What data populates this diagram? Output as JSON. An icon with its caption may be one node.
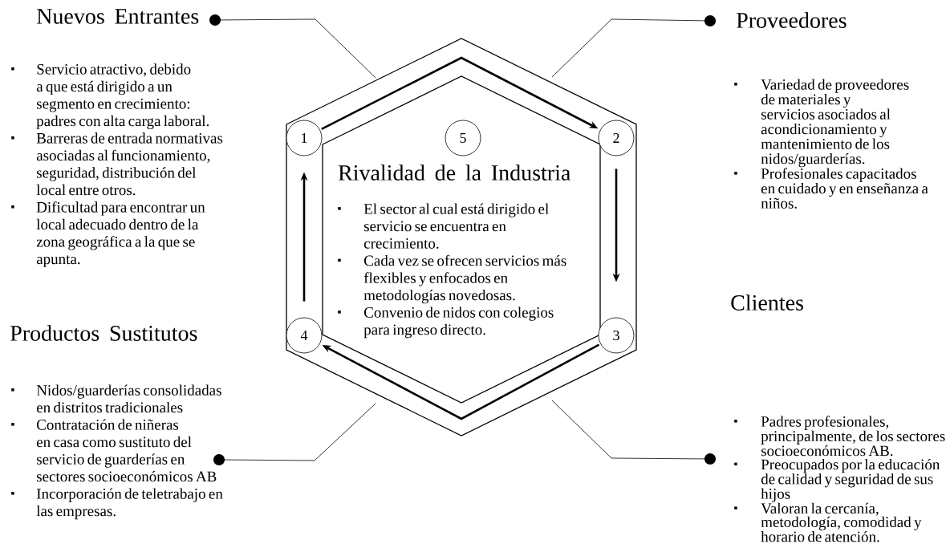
{
  "diagram": {
    "nodes": [
      {
        "text": [
          "Nuevos Entrantes",
          "Servicio atractivo, debido a que está dirigido a un segmento en crecimiento: padres con alta carga laboral.",
          "Barreras de entrada normativas asociadas al funcionamiento, seguridad, distribución del local entre otros.",
          "Dificultad para encontrar un local adecuado dentro de la zona geográfica a la que se apunta."
        ]
      },
      {
        "text": [
          "Proveedores",
          "Variedad de proveedores de materiales y servicios asociados al acondicionamiento y mantenimiento de los nidos/guarderías.",
          "Profesionales capacitados en cuidado y en enseñanza a niños."
        ]
      },
      {
        "text": [
          "Rivalidad de la Industria",
          "El sector al cual está dirigido el servicio se encuentra en crecimiento.",
          "Cada vez se ofrecen servicios más flexibles y enfocados en metodologías novedosas.",
          "Convenio de nidos con colegios para ingreso directo."
        ]
      },
      {
        "text": [
          "1"
        ],
        "in": 2
      },
      {
        "text": [
          "5"
        ],
        "in": 2
      },
      {
        "text": [
          "2"
        ],
        "in": 2
      },
      {
        "text": [
          "4"
        ],
        "in": 2
      },
      {
        "text": [
          "3"
        ],
        "in": 2
      },
      {
        "text": [
          "Productos Sustitutos",
          "Nidos/guarderías consolidadas en distritos tradicionales",
          "Contratación de niñeras en casa como sustituto del servicio de guarderías en sectores socioeconómicos AB",
          "Incorporación de teletrabajo en las empresas."
        ]
      },
      {
        "text": [
          "Clientes",
          "Padres profesionales, principalmente, de los sectores socioeconómicos AB.",
          "Preocupados por la educación de calidad y seguridad de sus hijos",
          "Valoran la cercanía, metodología, comodidad y horario de atención."
        ]
      }
    ],
    "edges": [
      {
        "from": 3,
        "to": 5,
        "arrow": "to",
        "style": "thick"
      },
      {
        "from": 5,
        "to": 7,
        "arrow": "to",
        "style": "thick"
      },
      {
        "from": 7,
        "to": 6,
        "arrow": "to",
        "style": "thick"
      },
      {
        "from": 6,
        "to": 3,
        "arrow": "to",
        "style": "thick"
      },
      {
        "from": 0,
        "to": 2,
        "arrow": "other"
      },
      {
        "from": 1,
        "to": 2,
        "arrow": "other"
      },
      {
        "from": 8,
        "to": 2,
        "arrow": "other"
      },
      {
        "from": 9,
        "to": 2,
        "arrow": "other"
      }
    ]
  }
}
